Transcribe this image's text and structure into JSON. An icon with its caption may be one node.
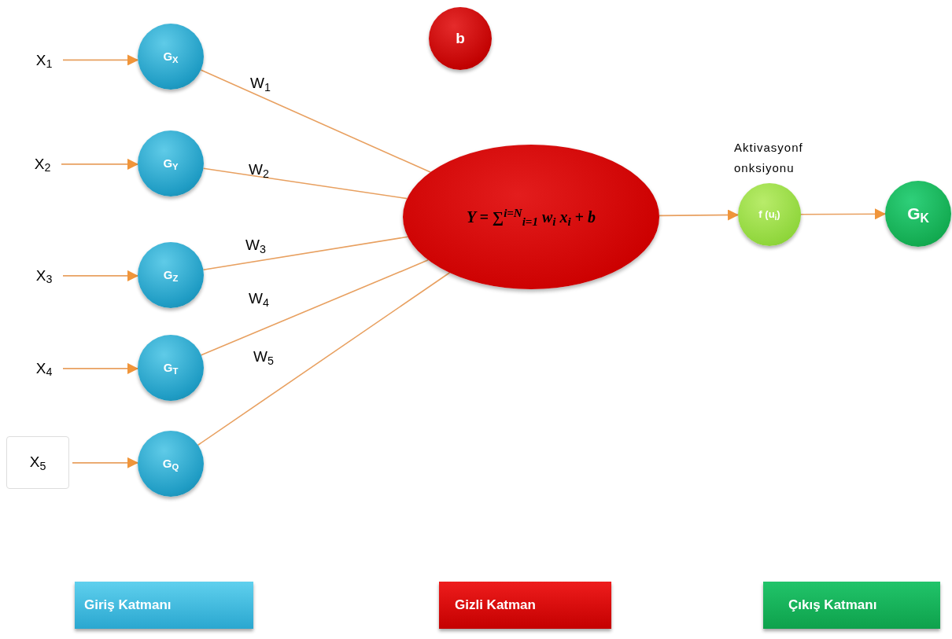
{
  "diagram": {
    "nodes": [
      {
        "text": [
          "X$_{1}$"
        ]
      },
      {
        "text": [
          "X$_{2}$"
        ]
      },
      {
        "text": [
          "X$_{3}$"
        ]
      },
      {
        "text": [
          "X$_{4}$"
        ]
      },
      {
        "text": [
          "X$_{5}$"
        ]
      },
      {
        "text": [
          "G$_{X}$"
        ]
      },
      {
        "text": [
          "G$_{Y}$"
        ]
      },
      {
        "text": [
          "G$_{Z}$"
        ]
      },
      {
        "text": [
          "G$_{T}$"
        ]
      },
      {
        "text": [
          "G$_{Q}$"
        ]
      },
      {
        "text": [
          "b"
        ]
      },
      {
        "text": [
          "Y = ∑$^{i=N}$$_{i=1}$ w$_{i}$ x$_{i}$ + b"
        ]
      },
      {
        "text": [
          "f (u$_{i}$)"
        ],
        "beside": [
          "Aktivasyonf onksiyonu"
        ]
      },
      {
        "text": [
          "G$_{K}$"
        ]
      },
      {
        "text": [
          "Giriş Katmanı"
        ]
      },
      {
        "text": [
          "Gizli Katman"
        ]
      },
      {
        "text": [
          "Çıkış Katmanı"
        ]
      }
    ],
    "edges": [
      {
        "from": 0,
        "to": 5,
        "arrow": "to"
      },
      {
        "from": 1,
        "to": 6,
        "arrow": "to"
      },
      {
        "from": 2,
        "to": 7,
        "arrow": "to"
      },
      {
        "from": 3,
        "to": 8,
        "arrow": "to"
      },
      {
        "from": 4,
        "to": 9,
        "arrow": "to"
      },
      {
        "from": 5,
        "to": 11,
        "arrow": "none",
        "label": "W$_{1}$"
      },
      {
        "from": 6,
        "to": 11,
        "arrow": "none",
        "label": "W$_{2}$"
      },
      {
        "from": 7,
        "to": 11,
        "arrow": "none",
        "label": "W$_{3}$"
      },
      {
        "from": 8,
        "to": 11,
        "arrow": "none",
        "label": "W$_{4}$"
      },
      {
        "from": 9,
        "to": 11,
        "arrow": "none",
        "label": "W$_{5}$"
      },
      {
        "from": 11,
        "to": 12,
        "arrow": "to"
      },
      {
        "from": 12,
        "to": 13,
        "arrow": "to"
      }
    ]
  }
}
